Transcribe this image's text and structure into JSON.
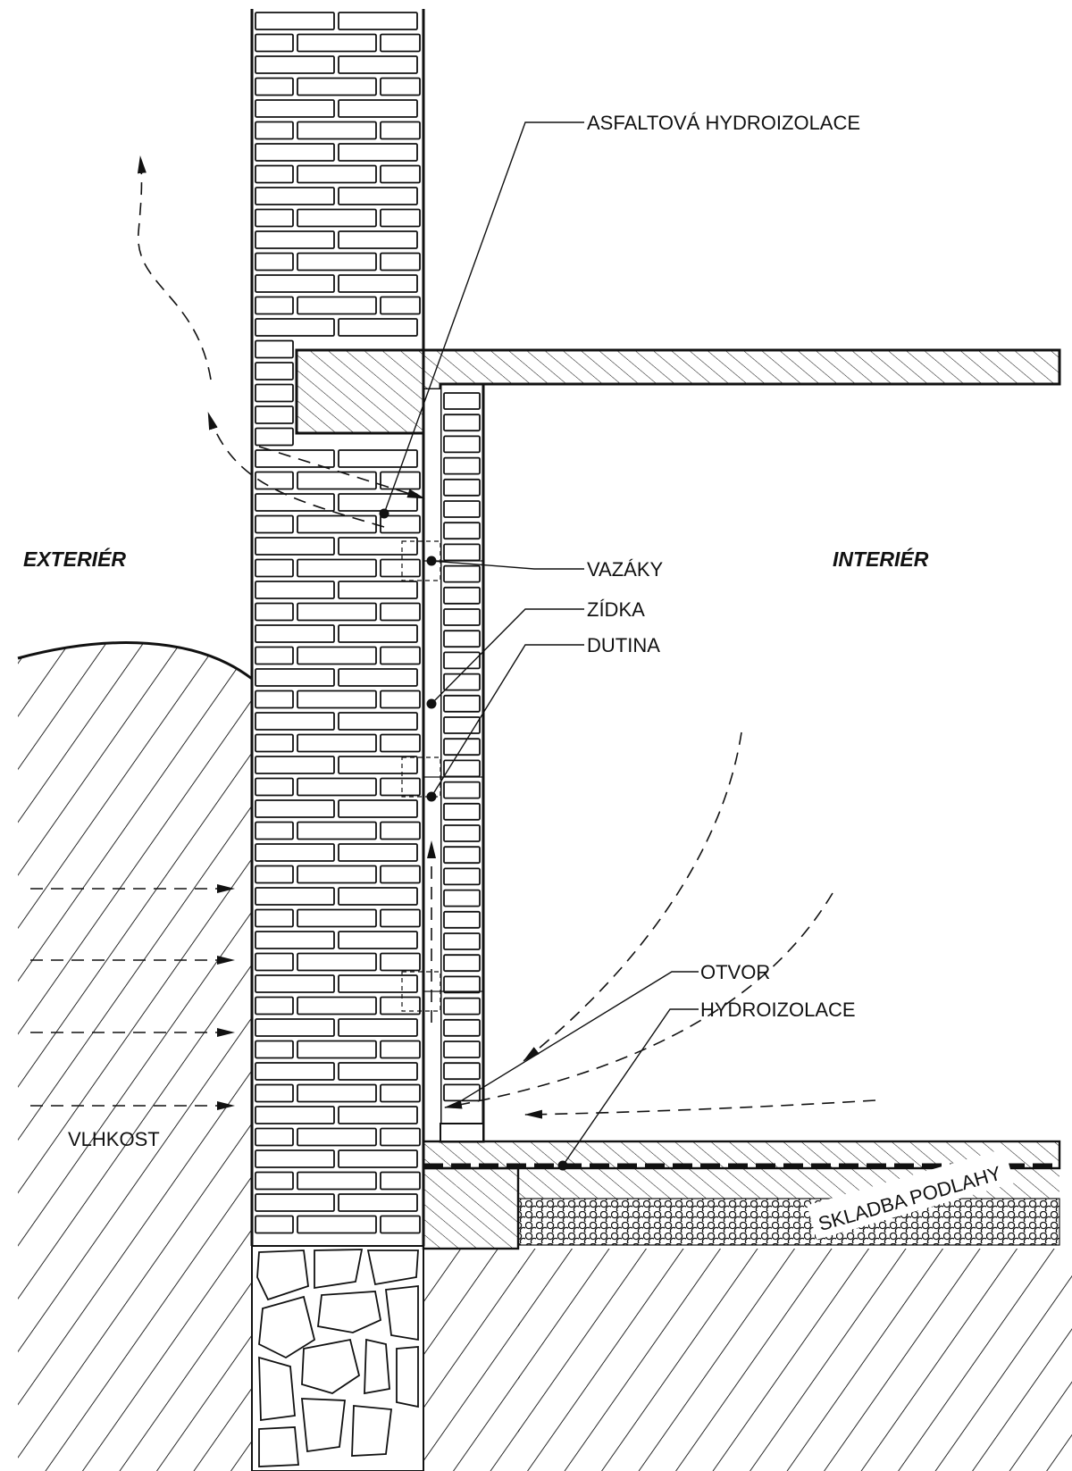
{
  "zones": {
    "exterior": "EXTERIÉR",
    "interior": "INTERIÉR"
  },
  "labels": {
    "asphalt_membrane": "ASFALTOVÁ HYDROIZOLACE",
    "wall_ties": "VAZÁKY",
    "inner_leaf": "ZÍDKA",
    "cavity": "DUTINA",
    "opening": "OTVOR",
    "damp_proofing": "HYDROIZOLACE",
    "floor_build_up": "SKLADBA PODLAHY",
    "moisture": "VLHKOST"
  },
  "colors": {
    "line": "#111111",
    "background": "#ffffff"
  }
}
